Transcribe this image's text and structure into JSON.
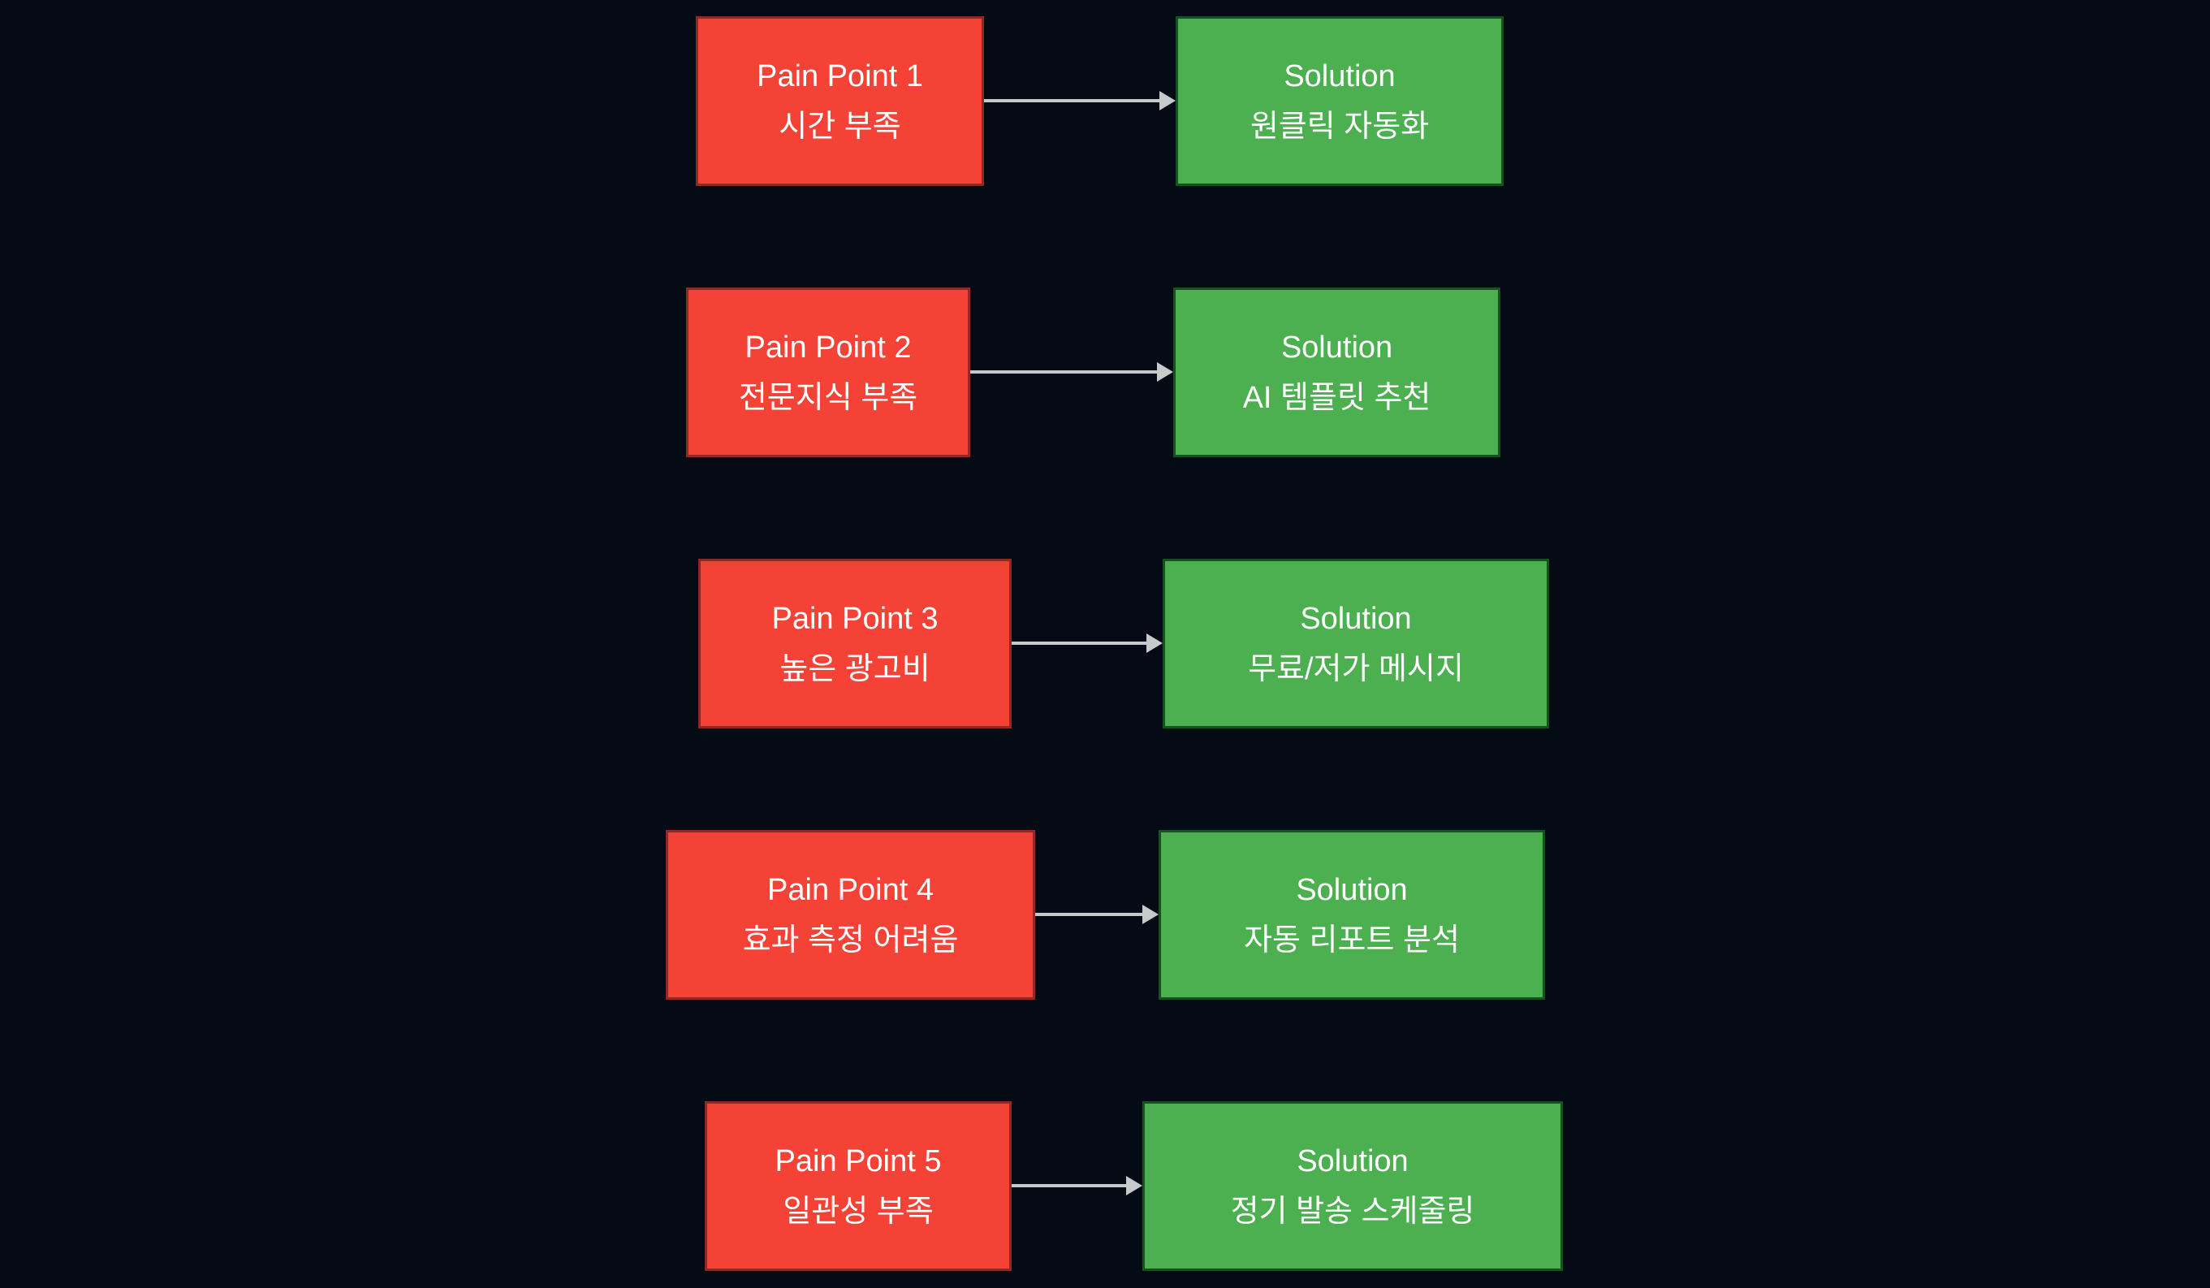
{
  "colors": {
    "background": "#050b15",
    "pain_fill": "#f44336",
    "pain_border": "#8e2a22",
    "solution_fill": "#4caf50",
    "solution_border": "#14531d",
    "arrow": "#c8c9cb",
    "text": "#ffffff"
  },
  "rows": [
    {
      "pain_title": "Pain Point 1",
      "pain_desc": "시간 부족",
      "solution_title": "Solution",
      "solution_desc": "원클릭 자동화"
    },
    {
      "pain_title": "Pain Point 2",
      "pain_desc": "전문지식 부족",
      "solution_title": "Solution",
      "solution_desc": "AI 템플릿 추천"
    },
    {
      "pain_title": "Pain Point 3",
      "pain_desc": "높은 광고비",
      "solution_title": "Solution",
      "solution_desc": "무료/저가 메시지"
    },
    {
      "pain_title": "Pain Point 4",
      "pain_desc": "효과 측정 어려움",
      "solution_title": "Solution",
      "solution_desc": "자동 리포트 분석"
    },
    {
      "pain_title": "Pain Point 5",
      "pain_desc": "일관성 부족",
      "solution_title": "Solution",
      "solution_desc": "정기 발송 스케줄링"
    }
  ]
}
